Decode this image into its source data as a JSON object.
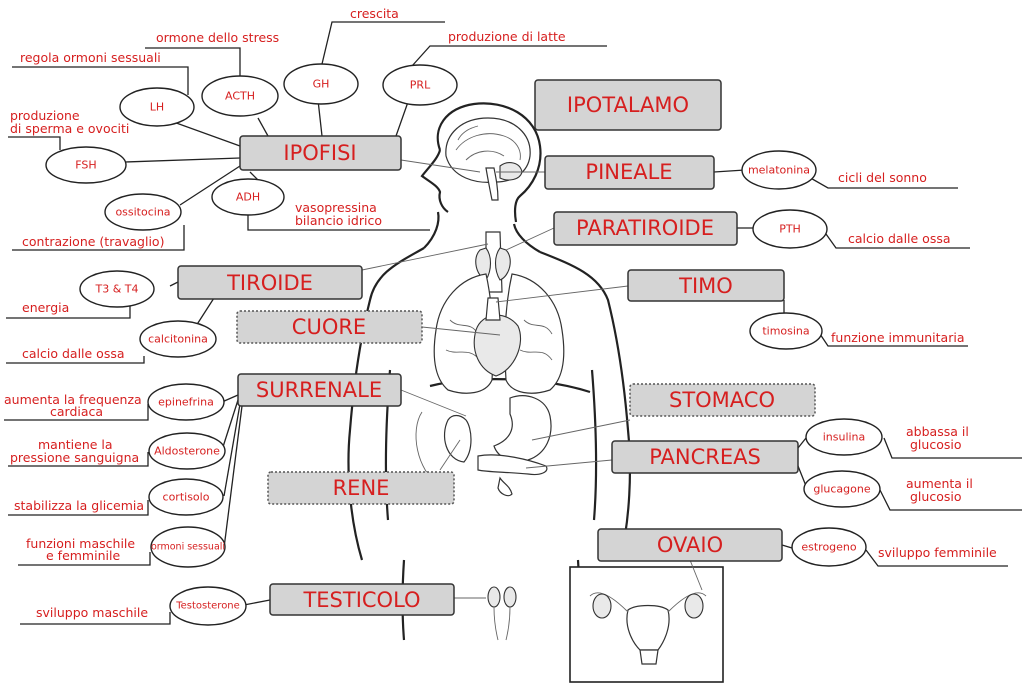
{
  "organs": [
    {
      "id": "ipotalamo",
      "label": "IPOTALAMO"
    },
    {
      "id": "ipofisi",
      "label": "IPOFISI"
    },
    {
      "id": "pineale",
      "label": "PINEALE"
    },
    {
      "id": "paratiroide",
      "label": "PARATIROIDE"
    },
    {
      "id": "tiroide",
      "label": "TIROIDE"
    },
    {
      "id": "timo",
      "label": "TIMO"
    },
    {
      "id": "cuore",
      "label": "CUORE"
    },
    {
      "id": "surrenale",
      "label": "SURRENALE"
    },
    {
      "id": "stomaco",
      "label": "STOMACO"
    },
    {
      "id": "pancreas",
      "label": "PANCREAS"
    },
    {
      "id": "rene",
      "label": "RENE"
    },
    {
      "id": "ovaio",
      "label": "OVAIO"
    },
    {
      "id": "testicolo",
      "label": "TESTICOLO"
    }
  ],
  "hormones": [
    {
      "id": "lh",
      "label": "LH"
    },
    {
      "id": "acth",
      "label": "ACTH"
    },
    {
      "id": "gh",
      "label": "GH"
    },
    {
      "id": "prl",
      "label": "PRL"
    },
    {
      "id": "fsh",
      "label": "FSH"
    },
    {
      "id": "ossitocina",
      "label": "ossitocina"
    },
    {
      "id": "adh",
      "label": "ADH"
    },
    {
      "id": "melatonina",
      "label": "melatonina"
    },
    {
      "id": "pth",
      "label": "PTH"
    },
    {
      "id": "t3t4",
      "label": "T3 & T4"
    },
    {
      "id": "calcitonina",
      "label": "calcitonina"
    },
    {
      "id": "timosina",
      "label": "timosina"
    },
    {
      "id": "epinefrina",
      "label": "epinefrina"
    },
    {
      "id": "aldosterone",
      "label": "Aldosterone"
    },
    {
      "id": "cortisolo",
      "label": "cortisolo"
    },
    {
      "id": "ormoni_sessuali",
      "label": "ormoni sessuali"
    },
    {
      "id": "insulina",
      "label": "insulina"
    },
    {
      "id": "glucagone",
      "label": "glucagone"
    },
    {
      "id": "estrogeno",
      "label": "estrogeno"
    },
    {
      "id": "testosterone",
      "label": "Testosterone"
    }
  ],
  "functions": [
    {
      "id": "crescita",
      "label": "crescita"
    },
    {
      "id": "ormone_stress",
      "label": "ormone dello stress"
    },
    {
      "id": "produzione_latte",
      "label": "produzione di latte"
    },
    {
      "id": "regola_ormoni",
      "label": "regola ormoni sessuali"
    },
    {
      "id": "produzione_sperma",
      "label": "produzione di sperma e ovociti"
    },
    {
      "id": "vasopressina",
      "label": "vasopressina bilancio idrico"
    },
    {
      "id": "contrazione",
      "label": "contrazione (travaglio)"
    },
    {
      "id": "cicli_sonno",
      "label": "cicli del sonno"
    },
    {
      "id": "calcio_ossa_pth",
      "label": "calcio dalle ossa"
    },
    {
      "id": "energia",
      "label": "energia"
    },
    {
      "id": "calcio_ossa_calc",
      "label": "calcio dalle ossa"
    },
    {
      "id": "funzione_immunitaria",
      "label": "funzione immunitaria"
    },
    {
      "id": "frequenza",
      "label": "aumenta la frequenza cardiaca"
    },
    {
      "id": "pressione",
      "label": "mantiene la pressione sanguigna"
    },
    {
      "id": "glicemia",
      "label": "stabilizza la glicemia"
    },
    {
      "id": "funzioni_mf",
      "label": "funzioni maschile e femminile"
    },
    {
      "id": "abbassa_glucosio",
      "label": "abbassa il glucosio"
    },
    {
      "id": "aumenta_glucosio",
      "label": "aumenta il glucosio"
    },
    {
      "id": "sviluppo_femminile",
      "label": "sviluppo femminile"
    },
    {
      "id": "sviluppo_maschile",
      "label": "sviluppo maschile"
    }
  ]
}
